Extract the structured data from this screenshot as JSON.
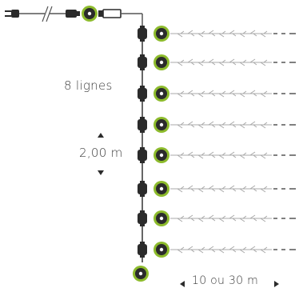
{
  "labels": {
    "lines": "8 lignes",
    "height": "2,00 m",
    "length": "10 ou 30 m"
  },
  "colors": {
    "connector_ring": "#8dbb2c",
    "cable": "#555555",
    "dark": "#2b2b2b",
    "garland": "#a8a8a8"
  },
  "icons": [
    "plug-icon",
    "connector-icon",
    "led-string-icon",
    "arrow-up-icon",
    "arrow-down-icon",
    "arrow-left-icon",
    "arrow-right-icon"
  ]
}
